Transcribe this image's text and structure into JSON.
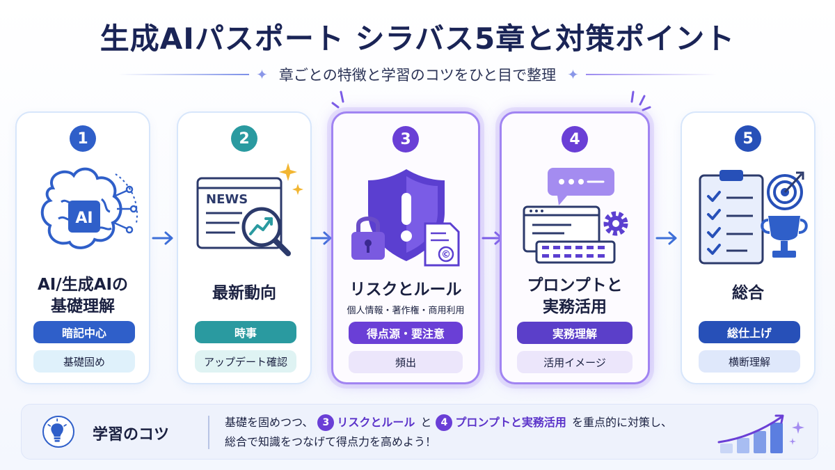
{
  "title": "生成AIパスポート シラバス5章と対策ポイント",
  "subtitle": "章ごとの特徴と学習のコツをひと目で整理",
  "colors": {
    "blue": "#2f5fc9",
    "teal": "#2a9aa0",
    "purple": "#6a3fd6",
    "violet": "#5b3fc9",
    "navy": "#2750b8"
  },
  "chapters": [
    {
      "num": "1",
      "title_line1": "AI/生成AIの",
      "title_line2": "基礎理解",
      "note": "",
      "tag": "暗記中心",
      "sub": "基礎固め",
      "icon": "brain-ai-icon",
      "highlight": false
    },
    {
      "num": "2",
      "title_line1": "最新動向",
      "title_line2": "",
      "note": "",
      "tag": "時事",
      "sub": "アップデート確認",
      "icon": "news-magnifier-icon",
      "news_label": "NEWS",
      "highlight": false
    },
    {
      "num": "3",
      "title_line1": "リスクとルール",
      "title_line2": "",
      "note": "個人情報・著作権・商用利用",
      "tag": "得点源・要注意",
      "sub": "頻出",
      "icon": "shield-warning-icon",
      "copyright_symbol": "©",
      "highlight": true
    },
    {
      "num": "4",
      "title_line1": "プロンプトと",
      "title_line2": "実務活用",
      "note": "",
      "tag": "実務理解",
      "sub": "活用イメージ",
      "icon": "prompt-window-icon",
      "highlight": true
    },
    {
      "num": "5",
      "title_line1": "総合",
      "title_line2": "",
      "note": "",
      "tag": "総仕上げ",
      "sub": "横断理解",
      "icon": "checklist-trophy-icon",
      "highlight": false
    }
  ],
  "tips": {
    "label": "学習のコツ",
    "part1": "基礎を固めつつ、",
    "num3": "3",
    "hl3": "リスクとルール",
    "and": "と",
    "num4": "4",
    "hl4": "プロンプトと実務活用",
    "part2": "を重点的に対策し、",
    "line2": "総合で知識をつなげて得点力を高めよう！",
    "icon": "lightbulb-icon"
  }
}
